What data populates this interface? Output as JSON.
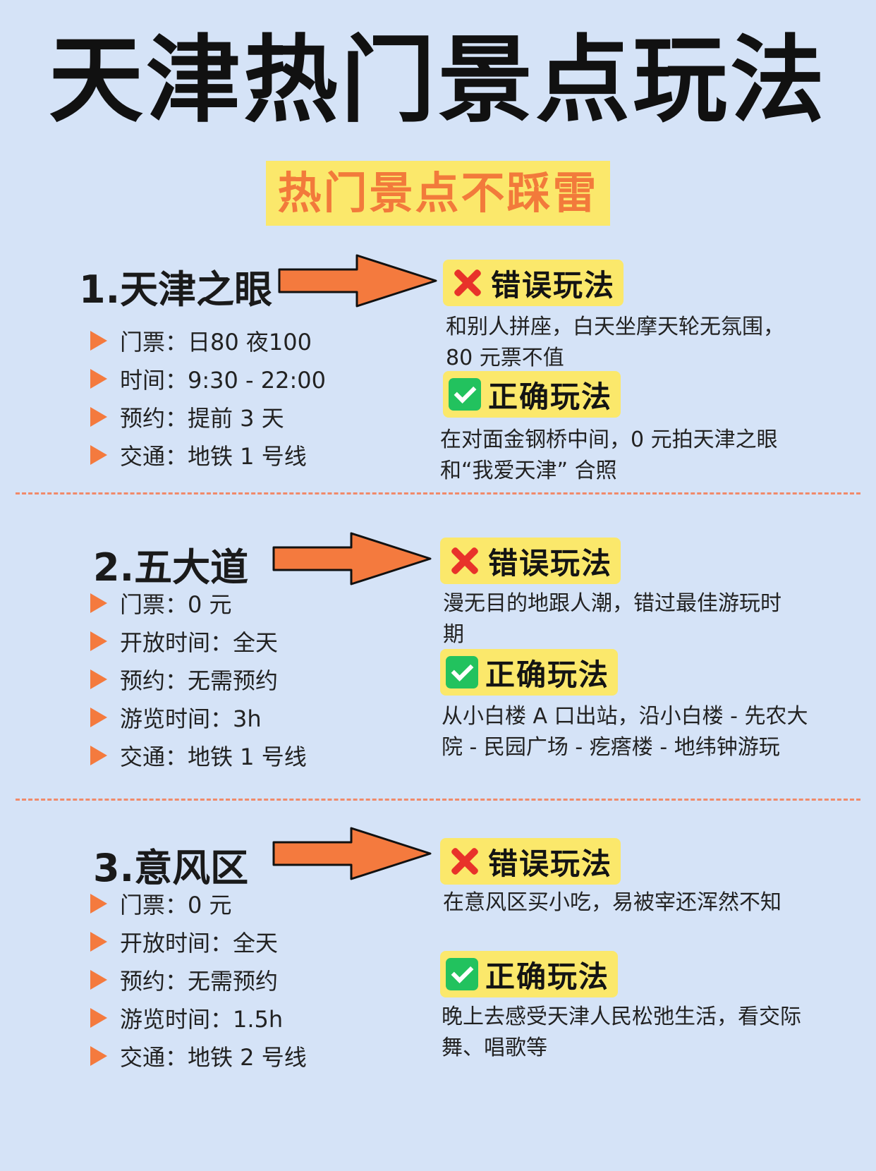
{
  "title": "天津热门景点玩法",
  "subtitle": "热门景点不踩雷",
  "badges": {
    "wrong": "错误玩法",
    "right": "正确玩法"
  },
  "sections": [
    {
      "name": "1.天津之眼",
      "info": [
        "门票：日80 夜100",
        "时间：9:30 - 22:00",
        "预约：提前 3 天",
        "交通：地铁 1 号线"
      ],
      "wrong": "和别人拼座，白天坐摩天轮无氛围，80 元票不值",
      "right": "在对面金钢桥中间，0 元拍天津之眼和“我爱天津” 合照"
    },
    {
      "name": "2.五大道",
      "info": [
        "门票：0 元",
        "开放时间：全天",
        "预约：无需预约",
        "游览时间：3h",
        "交通：地铁 1 号线"
      ],
      "wrong": "漫无目的地跟人潮，错过最佳游玩时期",
      "right": "从小白楼 A 口出站，沿小白楼 - 先农大院 - 民园广场 - 疙瘩楼 - 地纬钟游玩"
    },
    {
      "name": "3.意风区",
      "info": [
        "门票：0 元",
        "开放时间：全天",
        "预约：无需预约",
        "游览时间：1.5h",
        "交通：地铁 2 号线"
      ],
      "wrong": "在意风区买小吃，易被宰还浑然不知",
      "right": "晚上去感受天津人民松弛生活，看交际舞、唱歌等"
    }
  ],
  "colors": {
    "background": "#d5e3f7",
    "accent": "#f47a3e",
    "highlight": "#fbe86b",
    "wrong": "#e8322a",
    "right": "#22c25e"
  },
  "icons": {
    "bullet": "triangle-right-icon",
    "wrong": "cross-icon",
    "right": "check-icon",
    "pointer": "arrow-right-icon"
  }
}
